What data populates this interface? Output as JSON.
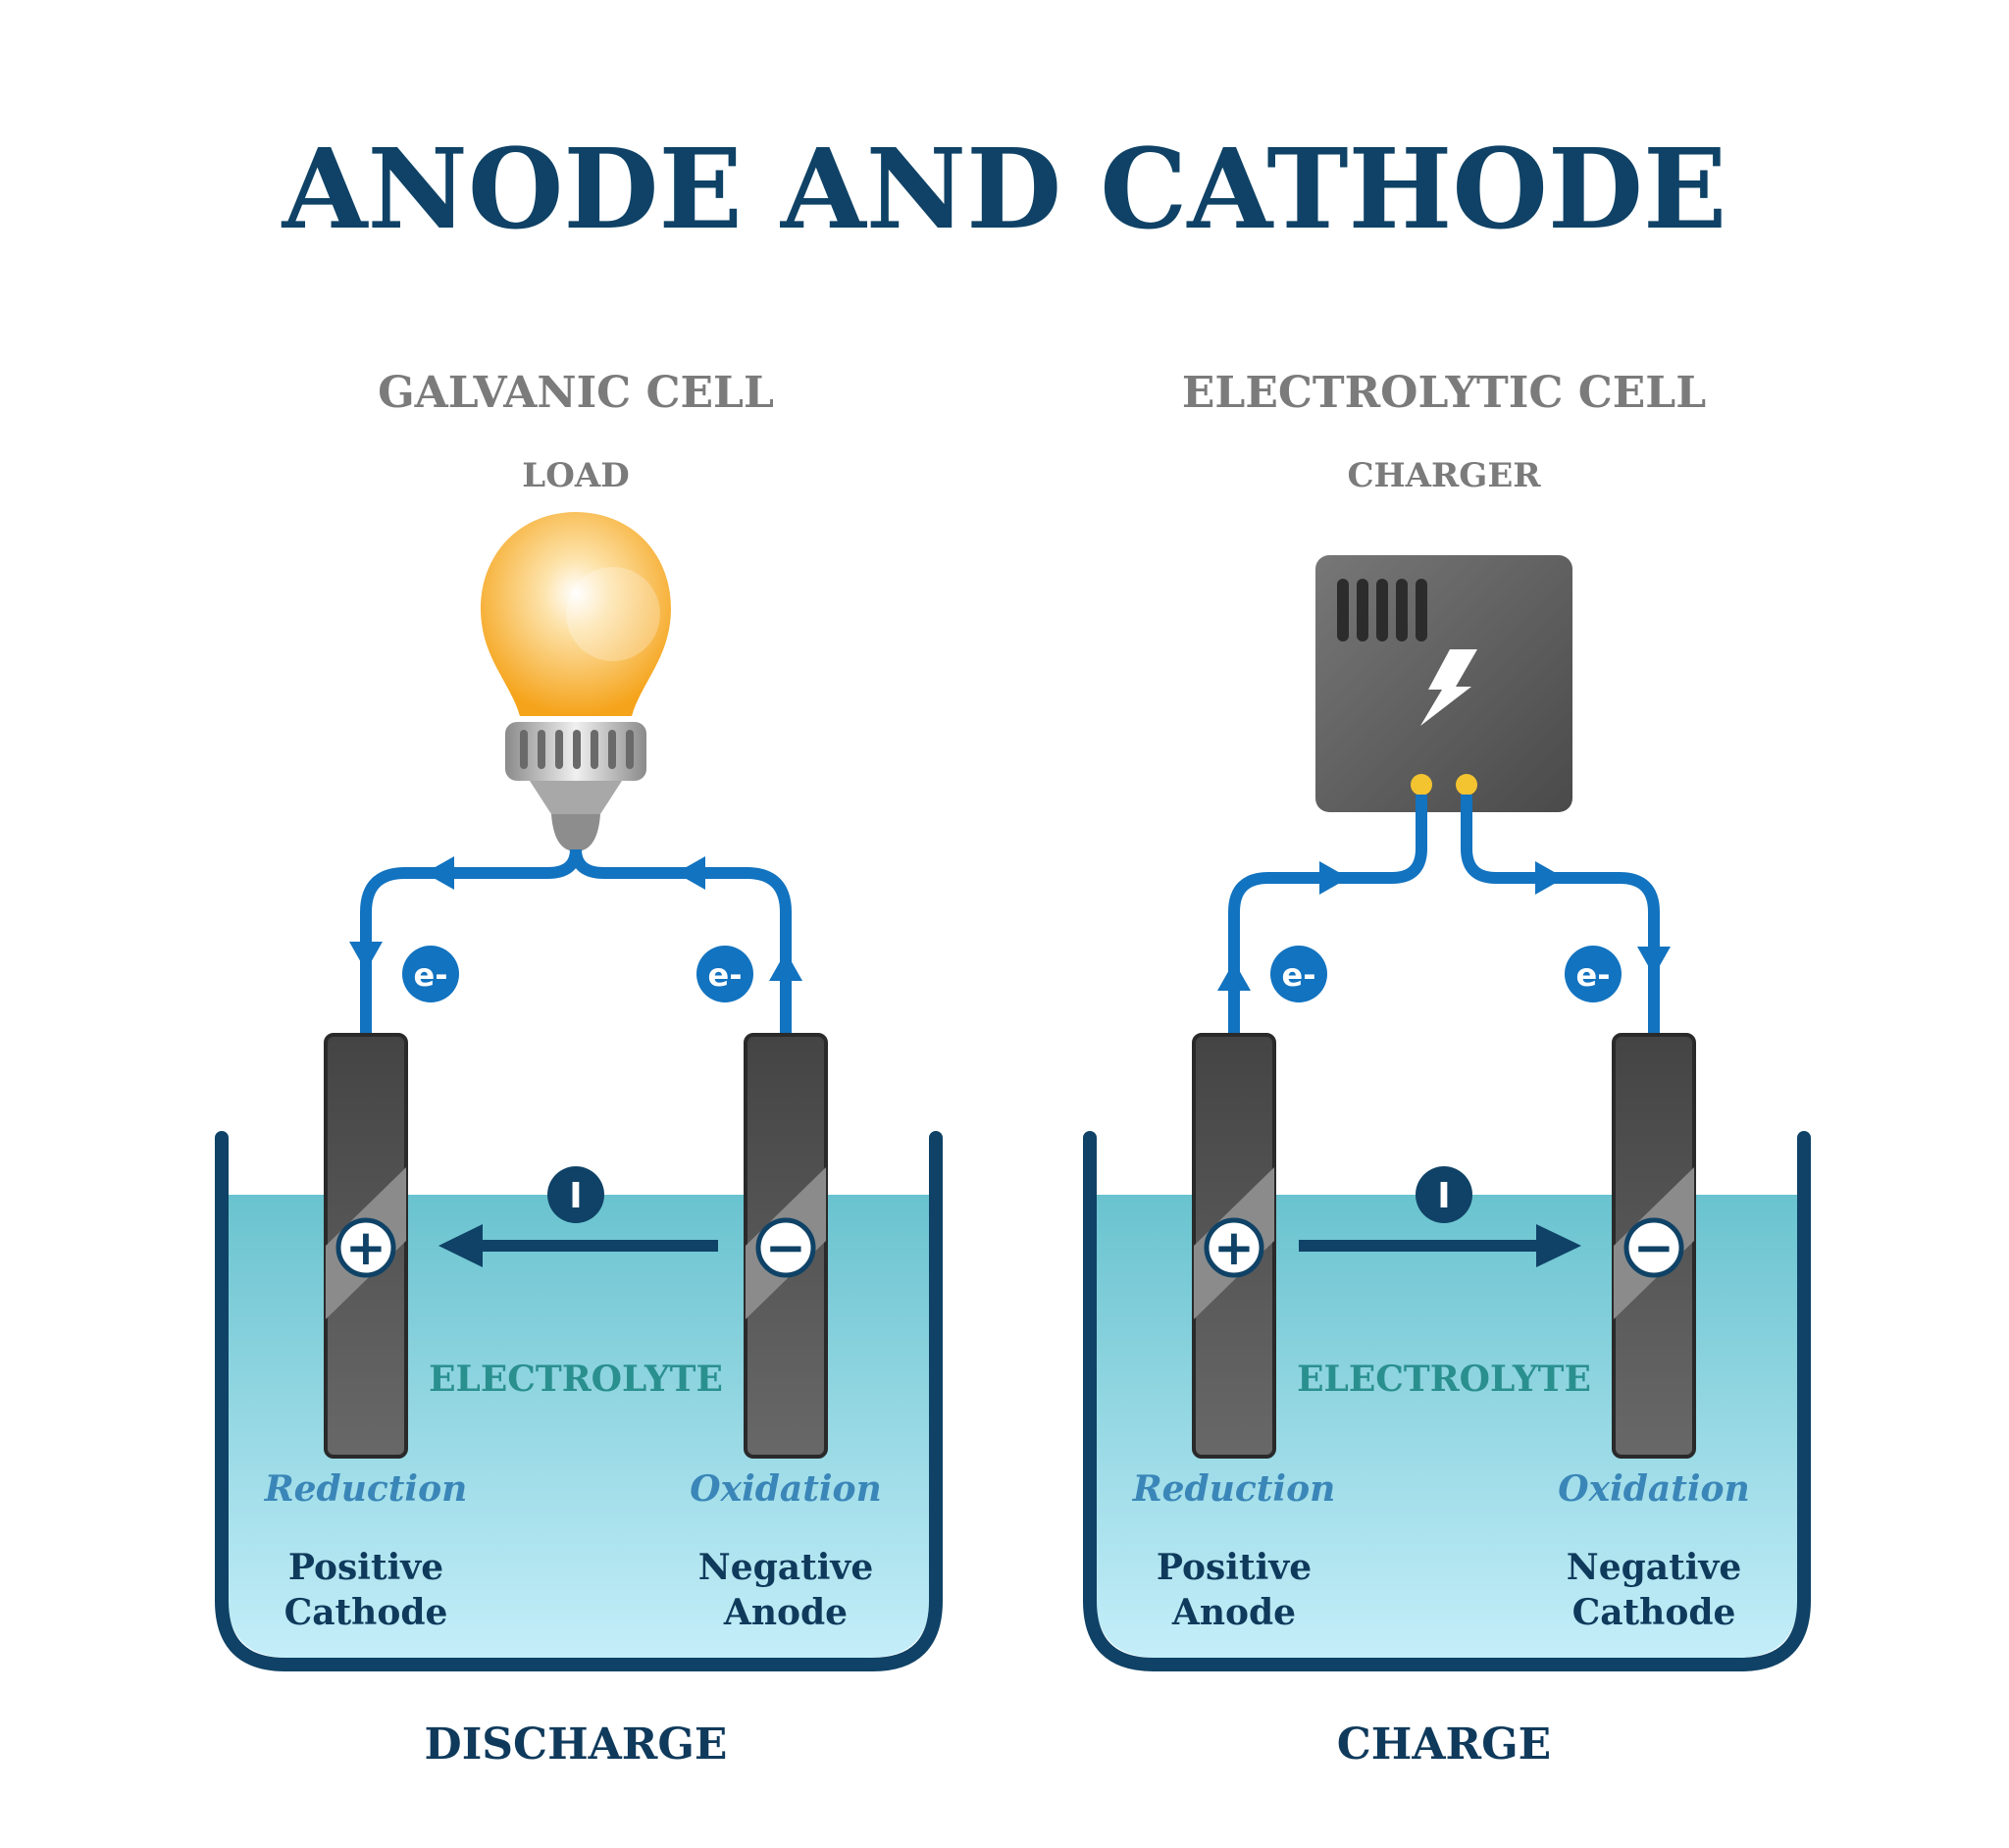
{
  "title": "ANODE AND CATHODE",
  "galvanic": {
    "heading": "GALVANIC CELL",
    "device": "LOAD",
    "electron": "e-",
    "current": "I",
    "electrolyte": "ELECTROLYTE",
    "left": {
      "process": "Reduction",
      "line1": "Positive",
      "line2": "Cathode",
      "sign": "+"
    },
    "right": {
      "process": "Oxidation",
      "line1": "Negative",
      "line2": "Anode",
      "sign": "−"
    },
    "footer": "DISCHARGE"
  },
  "electrolytic": {
    "heading": "ELECTROLYTIC CELL",
    "device": "CHARGER",
    "electron": "e-",
    "current": "I",
    "electrolyte": "ELECTROLYTE",
    "left": {
      "process": "Reduction",
      "line1": "Positive",
      "line2": "Anode",
      "sign": "+"
    },
    "right": {
      "process": "Oxidation",
      "line1": "Negative",
      "line2": "Cathode",
      "sign": "−"
    },
    "footer": "CHARGE"
  },
  "colors": {
    "navy": "#0f4266",
    "wire": "#1273c0",
    "electrode": "#555555",
    "bulb": "#f6a623",
    "charger": "#5a5a5a",
    "terminal": "#f4c430"
  }
}
